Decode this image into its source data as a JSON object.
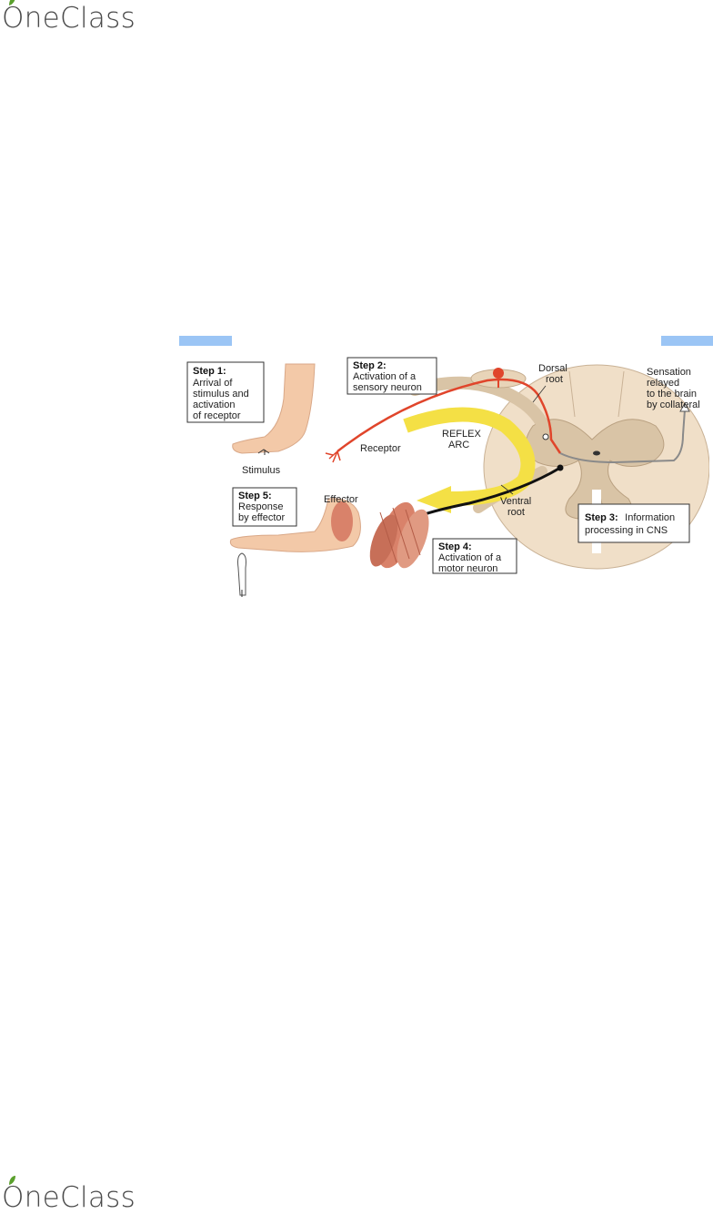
{
  "brand": {
    "logo_first": "O",
    "logo_rest": "neClass",
    "accent_color": "#5aa02c",
    "icon": "leaf-icon"
  },
  "diagram": {
    "steps": [
      {
        "title": "Step 1:",
        "lines": [
          "Arrival of",
          "stimulus and",
          "activation",
          "of receptor"
        ]
      },
      {
        "title": "Step 2:",
        "lines": [
          "Activation of a",
          "sensory neuron"
        ]
      },
      {
        "title": "Step 3:",
        "lines": [
          "Information",
          "processing in CNS"
        ]
      },
      {
        "title": "Step 4:",
        "lines": [
          "Activation of a",
          "motor neuron"
        ]
      },
      {
        "title": "Step 5:",
        "lines": [
          "Response",
          "by effector"
        ]
      }
    ],
    "labels": {
      "stimulus": "Stimulus",
      "receptor": "Receptor",
      "reflex_arc": [
        "REFLEX",
        "ARC"
      ],
      "dorsal_root": [
        "Dorsal",
        "root"
      ],
      "ventral_root": [
        "Ventral",
        "root"
      ],
      "effector": "Effector",
      "sensation": [
        "Sensation",
        "relayed",
        "to the brain",
        "by collateral"
      ]
    },
    "colors": {
      "sensory": "#e0452b",
      "motor": "#111111",
      "arc": "#f4e045",
      "skin": "#f3c9a8",
      "cord": "#efdcc4"
    }
  }
}
